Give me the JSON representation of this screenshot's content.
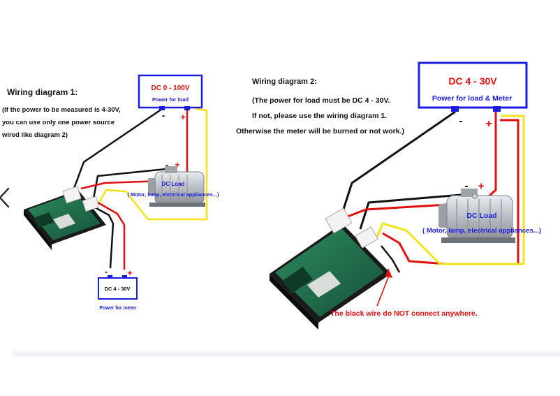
{
  "diagram1": {
    "title": "Wiring diagram 1:",
    "note_line1": "(If the power to be measured is 4-30V,",
    "note_line2": "you can use only one power source",
    "note_line3": "wired like diagram 2)",
    "supply_top": {
      "voltage": "DC 0 - 100V",
      "caption": "Power for load"
    },
    "load": {
      "label": "DC Load",
      "caption": "( Motor, lamp, electrical appliances...)"
    },
    "supply_meter": {
      "voltage": "DC 4 - 30V",
      "caption": "Power for meter"
    },
    "minus": "-",
    "plus": "+"
  },
  "diagram2": {
    "title": "Wiring diagram 2:",
    "note_line1": "(The power for load must be DC 4 - 30V.",
    "note_line2": "If not, please use the wiring diagram 1.",
    "note_line3": "Otherwise the meter will be burned or not work.)",
    "supply": {
      "voltage": "DC 4 - 30V",
      "caption": "Power for load & Meter"
    },
    "load": {
      "label": "DC Load",
      "caption": "( Motor, lamp, electrical appliances...)"
    },
    "warning": "The black wire do NOT connect anywhere.",
    "minus": "-",
    "plus": "+"
  },
  "colors": {
    "blue": "#1c1ce0",
    "red": "#e01010",
    "yellow": "#f2e21a",
    "black": "#111111",
    "board_green": "#1f6e4a"
  },
  "icons": {
    "nav_prev": "chevron-left-icon"
  }
}
